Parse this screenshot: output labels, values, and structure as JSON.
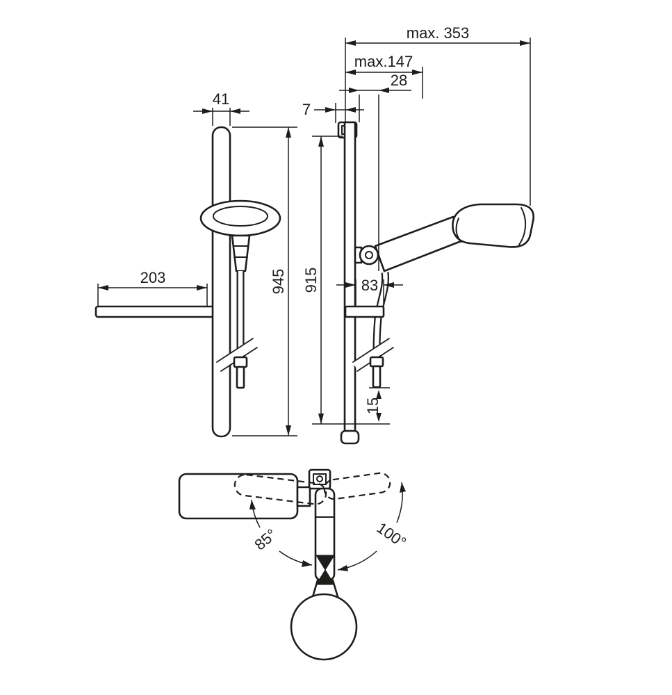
{
  "labels": {
    "max353": "max. 353",
    "max147": "max.147",
    "d28": "28",
    "d7": "7",
    "d41": "41",
    "d203": "203",
    "d945": "945",
    "d915": "915",
    "d83": "83",
    "d15": "15",
    "a85": "85°",
    "a100": "100°"
  },
  "colors": {
    "ink": "#1d1d1b",
    "paper": "#ffffff"
  }
}
